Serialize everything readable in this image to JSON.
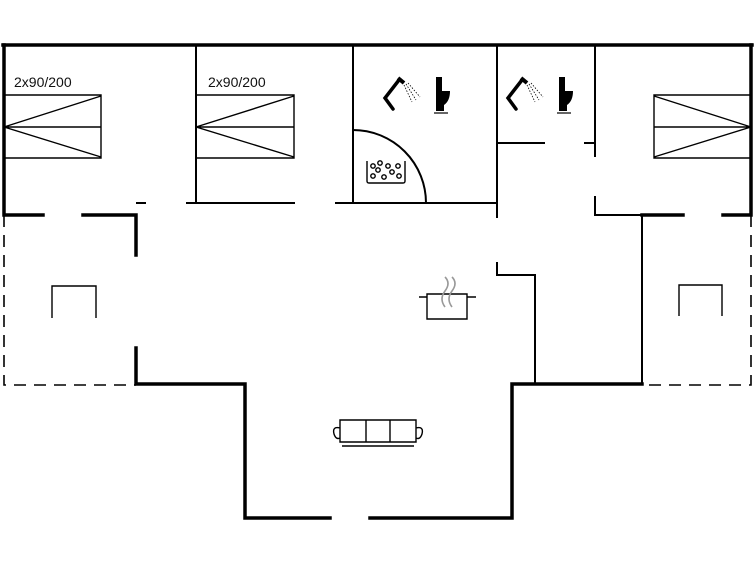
{
  "floorplan": {
    "bedrooms": [
      {
        "bed_label": "2x90/200"
      },
      {
        "bed_label": "2x90/200"
      },
      {
        "bed_label": ""
      }
    ],
    "rooms": [
      "bedroom",
      "bedroom",
      "bathroom-sauna",
      "bathroom",
      "bedroom",
      "kitchen",
      "living-room",
      "terrace",
      "terrace"
    ],
    "colors": {
      "wall": "#000000",
      "background": "#ffffff"
    }
  }
}
